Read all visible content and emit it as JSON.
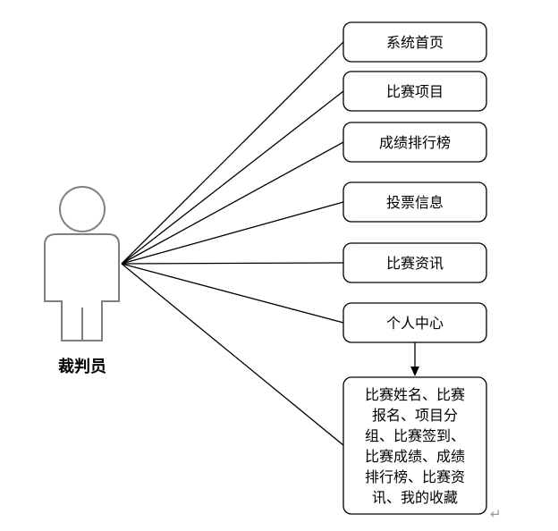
{
  "actor": {
    "label": "裁判员",
    "stroke_color": "#7f7f7f"
  },
  "menu_items": [
    "系统首页",
    "比赛项目",
    "成绩排行榜",
    "投票信息",
    "比赛资讯",
    "个人中心"
  ],
  "detail_box": {
    "lines": [
      "比赛姓名、比赛",
      "报名、项目分",
      "组、比赛签到、",
      "比赛成绩、成绩",
      "排行榜、比赛资",
      "讯、我的收藏"
    ]
  },
  "paragraph_mark": "↵"
}
